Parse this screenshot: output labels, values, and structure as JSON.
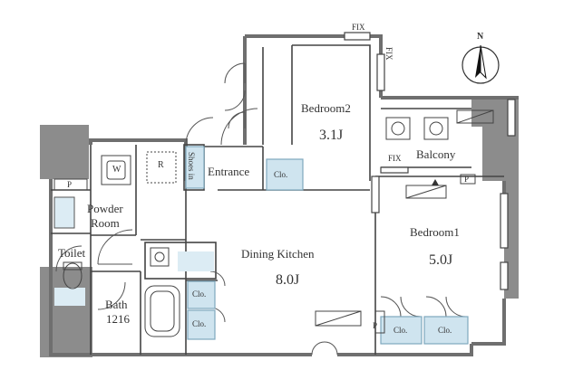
{
  "labels": {
    "bedroom2": "Bedroom2",
    "bedroom2_area": "3.1J",
    "bedroom1": "Bedroom1",
    "bedroom1_area": "5.0J",
    "dining_kitchen": "Dining Kitchen",
    "dining_kitchen_area": "8.0J",
    "entrance": "Entrance",
    "shoes_in": "Shoes in",
    "balcony": "Balcony",
    "powder_room_1": "Powder",
    "powder_room_2": "Room",
    "toilet": "Toilet",
    "bath": "Bath",
    "bath_size": "1216",
    "wm": "W",
    "fridge": "R",
    "pipe_left": "P",
    "pipe_mid": "P",
    "pipe_right": "P",
    "fix_top": "FIX",
    "fix_side": "FIX",
    "fix_balcony": "FIX",
    "north": "N",
    "clo_bed2": "Clo.",
    "clo_dk_upper": "Clo.",
    "clo_dk_lower": "Clo.",
    "clo_bed1_left": "Clo.",
    "clo_bed1_right": "Clo."
  },
  "colors": {
    "wall": "#8c8c8c",
    "wall_dark": "#6f6f6f",
    "line": "#444444",
    "closet_fill": "#cfe4ef",
    "closet_stroke": "#7fa8bd",
    "wet_fill": "#dcecf4"
  }
}
